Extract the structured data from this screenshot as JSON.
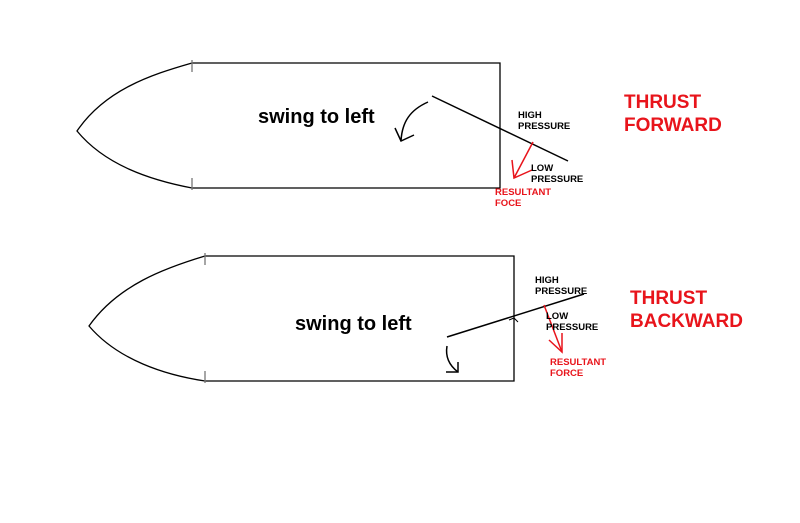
{
  "colors": {
    "line": "#000000",
    "accent": "#e8141b"
  },
  "top_diagram": {
    "swing_label": "swing to left",
    "high_label_1": "HIGH",
    "high_label_2": "PRESSURE",
    "low_label_1": "LOW",
    "low_label_2": "PRESSURE",
    "resultant_1": "RESULTANT",
    "resultant_2": "FOCE",
    "thrust_1": "THRUST",
    "thrust_2": "FORWARD"
  },
  "bottom_diagram": {
    "swing_label": "swing to left",
    "high_label_1": "HIGH",
    "high_label_2": "PRESSURE",
    "low_label_1": "LOW",
    "low_label_2": "PRESSURE",
    "resultant_1": "RESULTANT",
    "resultant_2": "FORCE",
    "thrust_1": "THRUST",
    "thrust_2": "BACKWARD"
  }
}
